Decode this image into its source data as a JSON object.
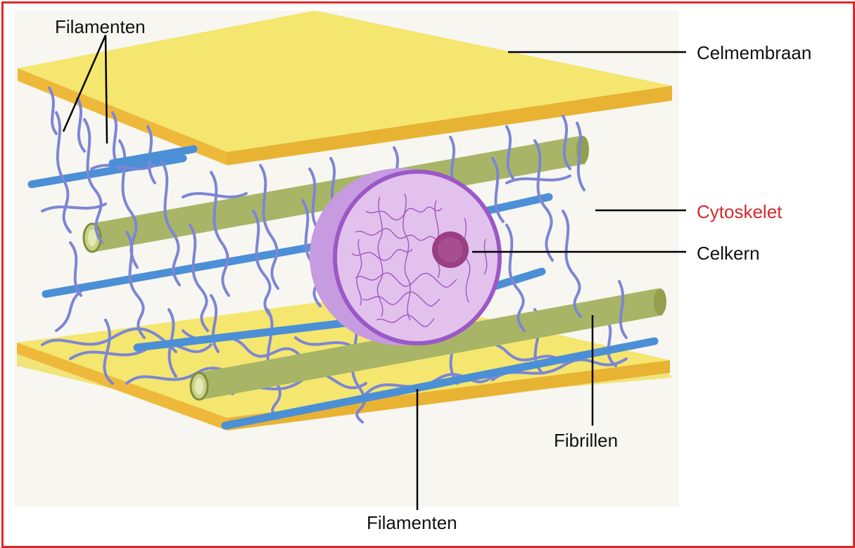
{
  "labels": {
    "filamenten_top": "Filamenten",
    "celmembraan": "Celmembraan",
    "cytoskelet": "Cytoskelet",
    "celkern": "Celkern",
    "fibrillen": "Fibrillen",
    "filamenten_bottom": "Filamenten"
  },
  "colors": {
    "frame": "#d62a2a",
    "membrane_face": "#f4e66e",
    "membrane_edge": "#eeb93a",
    "filament": "#7d86d4",
    "microtubule_blue": "#4b8fd6",
    "fibril_green": "#a8b567",
    "fibril_green_dark": "#7f8d40",
    "nucleus_outer": "#c79be0",
    "nucleus_ring": "#9b58c7",
    "nucleolus": "#9a3f86",
    "cytoskelet_label": "#d62a2a"
  }
}
